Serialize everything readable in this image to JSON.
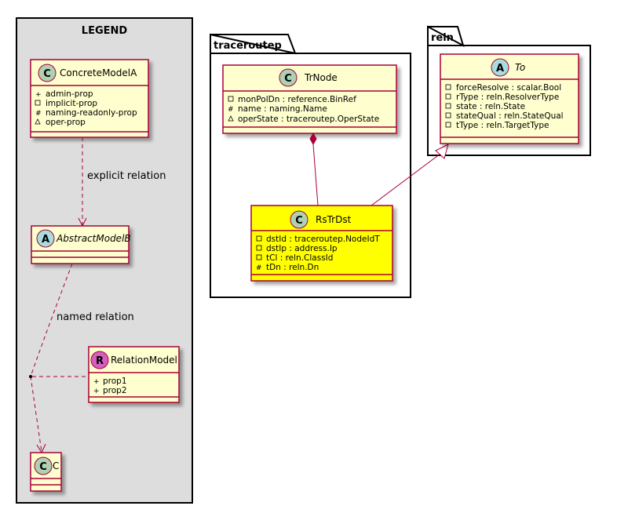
{
  "legend": {
    "title": "LEGEND",
    "concrete": {
      "name": "ConcreteModelA",
      "letter": "C",
      "attrs": [
        {
          "vis": "+",
          "text": "admin-prop"
        },
        {
          "vis": "-",
          "text": "implicit-prop"
        },
        {
          "vis": "#",
          "text": "naming-readonly-prop"
        },
        {
          "vis": "~",
          "text": "oper-prop"
        }
      ]
    },
    "abstract": {
      "name": "AbstractModelB",
      "letter": "A"
    },
    "relation_model": {
      "name": "RelationModel",
      "letter": "R",
      "attrs": [
        {
          "vis": "+",
          "text": "prop1"
        },
        {
          "vis": "+",
          "text": "prop2"
        }
      ]
    },
    "c_class": {
      "name": "C",
      "letter": "C"
    },
    "explicit_label": "explicit relation",
    "named_label": "named relation"
  },
  "packages": {
    "traceroutep": {
      "title": "traceroutep"
    },
    "reln": {
      "title": "reln"
    }
  },
  "classes": {
    "trnode": {
      "name": "TrNode",
      "letter": "C",
      "attrs": [
        {
          "vis": "-",
          "text": "monPolDn : reference.BinRef"
        },
        {
          "vis": "#",
          "text": "name : naming.Name"
        },
        {
          "vis": "~",
          "text": "operState : traceroutep.OperState"
        }
      ]
    },
    "rstrdst": {
      "name": "RsTrDst",
      "letter": "C",
      "highlight": "#ffff00",
      "attrs": [
        {
          "vis": "-",
          "text": "dstId : traceroutep.NodeIdT"
        },
        {
          "vis": "-",
          "text": "dstIp : address.Ip"
        },
        {
          "vis": "-",
          "text": "tCl : reln.ClassId"
        },
        {
          "vis": "#",
          "text": "tDn : reln.Dn"
        }
      ]
    },
    "to": {
      "name": "To",
      "letter": "A",
      "attrs": [
        {
          "vis": "-",
          "text": "forceResolve : scalar.Bool"
        },
        {
          "vis": "-",
          "text": "rType : reln.ResolverType"
        },
        {
          "vis": "-",
          "text": "state : reln.State"
        },
        {
          "vis": "-",
          "text": "stateQual : reln.StateQual"
        },
        {
          "vis": "-",
          "text": "tType : reln.TargetType"
        }
      ]
    }
  },
  "colors": {
    "class_fill": "#fefece",
    "class_border": "#a80036",
    "legend_fill": "#dddddd",
    "circle_c": "#add1b2",
    "circle_a": "#a9dcdf",
    "circle_r": "#d55fc1",
    "highlight": "#ffff00"
  }
}
